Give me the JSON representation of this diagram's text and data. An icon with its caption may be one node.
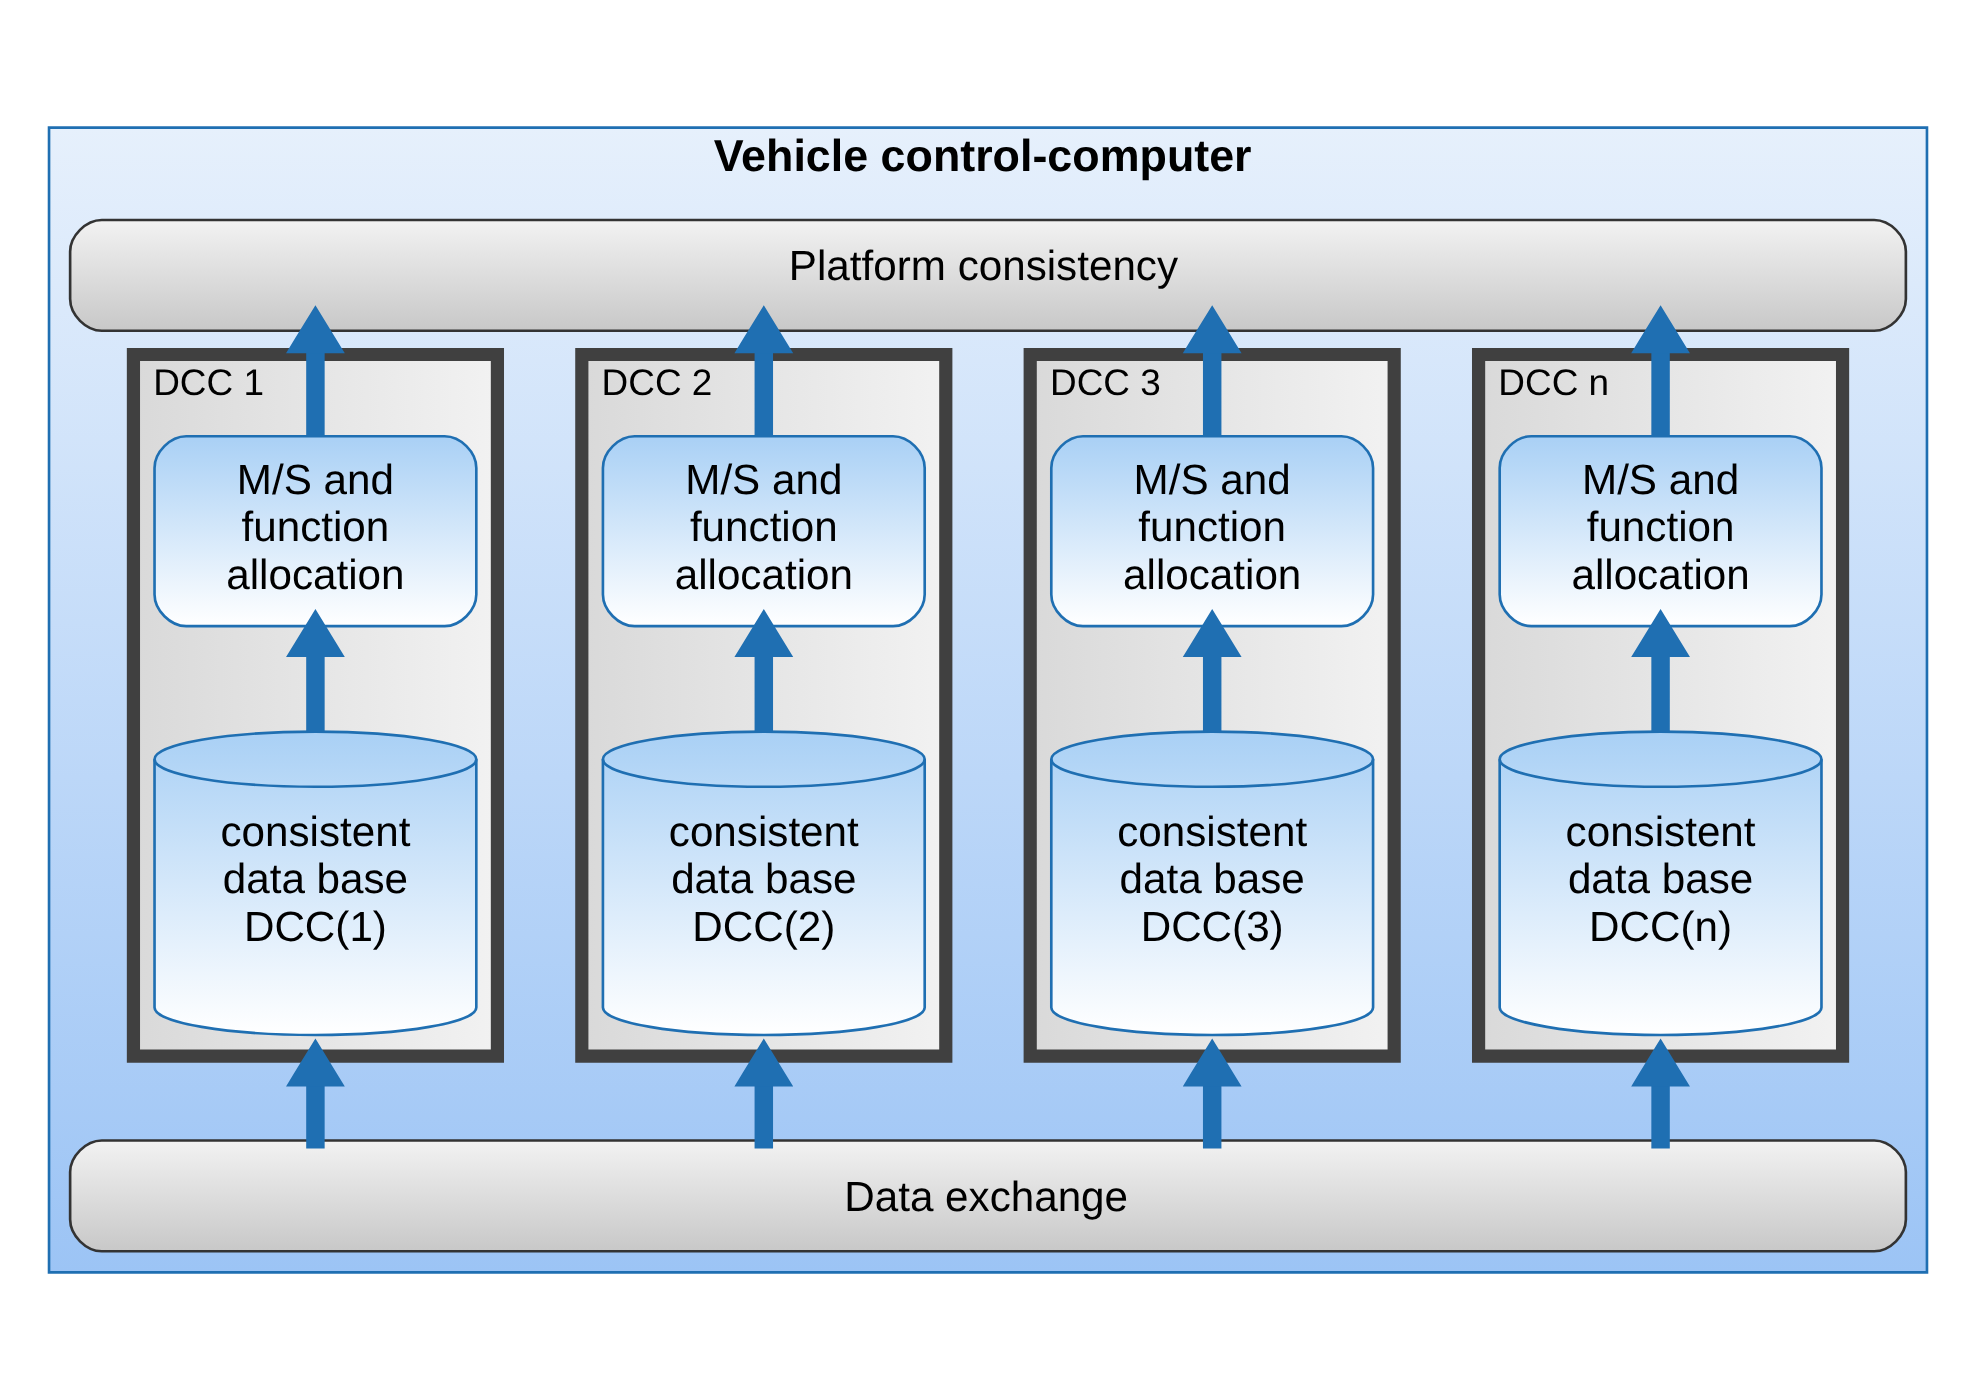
{
  "diagram": {
    "nodes": [
      {
        "text": [
          "Vehicle control-computer"
        ]
      },
      {
        "text": [
          "Platform consistency"
        ],
        "in": 0
      },
      {
        "text": [
          "DCC 1"
        ],
        "in": 0
      },
      {
        "text": [
          "M/S and function allocation"
        ],
        "in": 2
      },
      {
        "text": [
          "consistent data base DCC(1)"
        ],
        "in": 2
      },
      {
        "text": [
          "DCC 2"
        ],
        "in": 0
      },
      {
        "text": [
          "M/S and function allocation"
        ],
        "in": 5
      },
      {
        "text": [
          "consistent data base DCC(2)"
        ],
        "in": 5
      },
      {
        "text": [
          "DCC 3"
        ],
        "in": 0
      },
      {
        "text": [
          "M/S and function allocation"
        ],
        "in": 8
      },
      {
        "text": [
          "consistent data base DCC(3)"
        ],
        "in": 8
      },
      {
        "text": [
          "DCC n"
        ],
        "in": 0
      },
      {
        "text": [
          "M/S and function allocation"
        ],
        "in": 11
      },
      {
        "text": [
          "consistent data base DCC(n)"
        ],
        "in": 11
      },
      {
        "text": [
          "Data exchange"
        ],
        "in": 0
      }
    ],
    "edges": [
      {
        "from": 14,
        "to": 2,
        "arrow": "to"
      },
      {
        "from": 4,
        "to": 3,
        "arrow": "to"
      },
      {
        "from": 3,
        "to": 1,
        "arrow": "to"
      },
      {
        "from": 14,
        "to": 5,
        "arrow": "to"
      },
      {
        "from": 7,
        "to": 6,
        "arrow": "to"
      },
      {
        "from": 6,
        "to": 1,
        "arrow": "to"
      },
      {
        "from": 14,
        "to": 8,
        "arrow": "to"
      },
      {
        "from": 10,
        "to": 9,
        "arrow": "to"
      },
      {
        "from": 9,
        "to": 1,
        "arrow": "to"
      },
      {
        "from": 14,
        "to": 11,
        "arrow": "to"
      },
      {
        "from": 13,
        "to": 12,
        "arrow": "to"
      },
      {
        "from": 12,
        "to": 1,
        "arrow": "to"
      }
    ]
  }
}
